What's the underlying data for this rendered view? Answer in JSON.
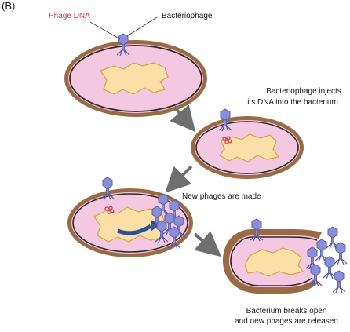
{
  "panel_label": "(B)",
  "labels": {
    "phage_dna": "Phage DNA",
    "bacteriophage": "Bacteriophage",
    "inject_line1": "Bacteriophage injects",
    "inject_line2": "its DNA into the bacterium",
    "new_phages": "New phages are made",
    "release_line1": "Bacterium breaks open",
    "release_line2": "and new phages are released"
  },
  "colors": {
    "cell_wall": "#9a6a45",
    "cytoplasm": "#f4c8e0",
    "membrane": "#2a2a2a",
    "nucleoid_fill": "#fbdfa6",
    "nucleoid_stroke": "#d9a24a",
    "phage": "#8a8ed8",
    "phage_dna": "#d9343f",
    "arrow_gray": "#6f6f6f",
    "arrow_blue": "#2a4f9a"
  }
}
